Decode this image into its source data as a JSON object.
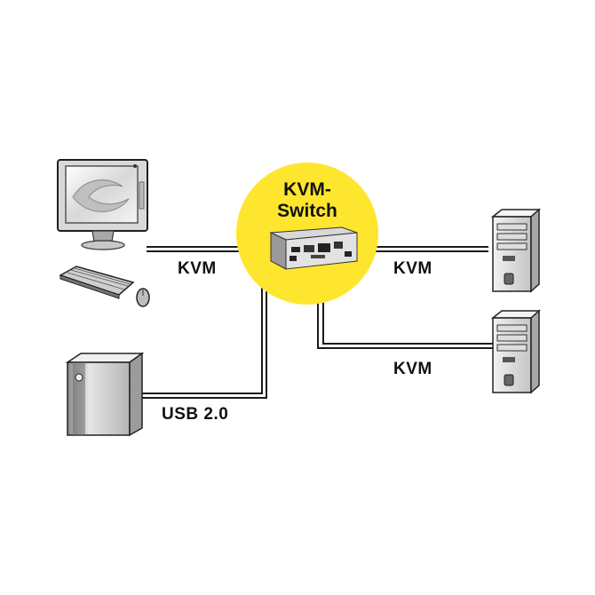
{
  "hub": {
    "title_line1": "KVM-",
    "title_line2": "Switch",
    "fill_color": "#FFE62E"
  },
  "links": {
    "pc_label": "KVM",
    "server1_label": "KVM",
    "server2_label": "KVM",
    "usb_label": "USB 2.0"
  },
  "devices": {
    "monitor": "monitor-icon",
    "keyboard": "keyboard-icon",
    "mouse": "mouse-icon",
    "usb_drive": "external-drive-icon",
    "server_1": "tower-server-icon",
    "server_2": "tower-server-icon"
  },
  "colors": {
    "line": "#1a1a1a",
    "device_light": "#e8e8e8",
    "device_mid": "#b0b0b0",
    "device_dark": "#555555"
  }
}
